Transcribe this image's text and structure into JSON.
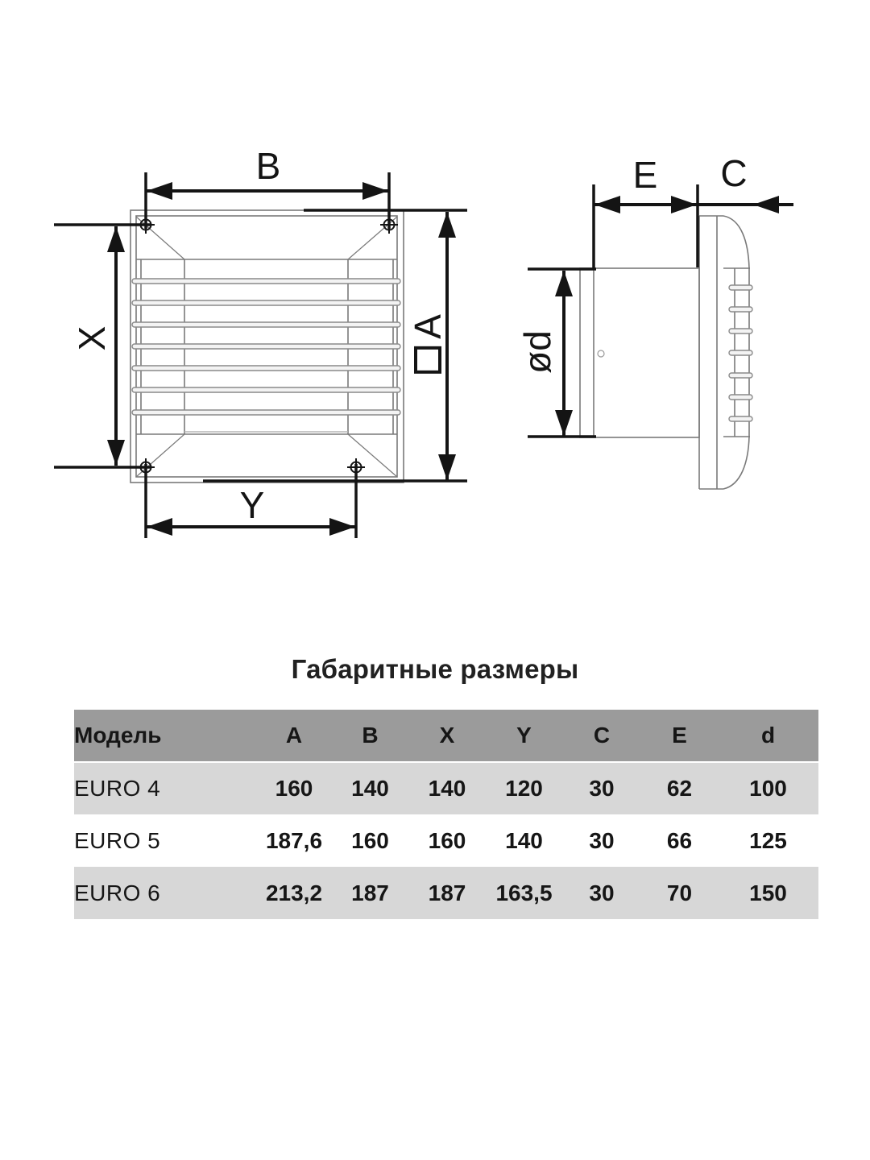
{
  "diagram": {
    "labels": {
      "b": "B",
      "x": "X",
      "y": "Y",
      "a": "A",
      "e": "E",
      "c": "C",
      "od": "ød"
    }
  },
  "table": {
    "title": "Габаритные размеры",
    "columns": [
      "Модель",
      "A",
      "B",
      "X",
      "Y",
      "C",
      "E",
      "d"
    ],
    "rows": [
      {
        "model": "EURO 4",
        "values": [
          "160",
          "140",
          "140",
          "120",
          "30",
          "62",
          "100"
        ]
      },
      {
        "model": "EURO 5",
        "values": [
          "187,6",
          "160",
          "160",
          "140",
          "30",
          "66",
          "125"
        ]
      },
      {
        "model": "EURO 6",
        "values": [
          "213,2",
          "187",
          "187",
          "163,5",
          "30",
          "70",
          "150"
        ]
      }
    ]
  },
  "colors": {
    "header_bg": "#9b9b9b",
    "row_shaded_bg": "#d7d7d7",
    "row_plain_bg": "#ffffff",
    "line_thin": "#7a7a7a",
    "line_bold": "#141414"
  }
}
